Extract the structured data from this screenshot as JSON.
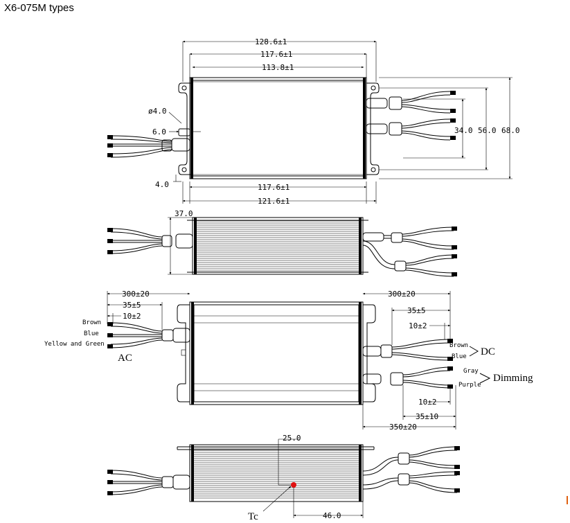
{
  "title": "X6-075M types",
  "dims": {
    "top_w1": "128.6±1",
    "top_w2": "117.6±1",
    "top_w3": "113.8±1",
    "hole": "ø4.0",
    "edge6": "6.0",
    "edge4": "4.0",
    "bot_w1": "117.6±1",
    "bot_w2": "121.6±1",
    "h34": "34.0",
    "h56": "56.0",
    "h68": "68.0",
    "height37": "37.0",
    "ac300": "300±20",
    "ac35": "35±5",
    "ac10": "10±2",
    "dc300": "300±20",
    "dc35": "35±5",
    "dc10": "10±2",
    "dim10": "10±2",
    "dim35": "35±10",
    "dim350": "350±20",
    "tc25": "25.0",
    "tc46": "46.0"
  },
  "labels": {
    "brown": "Brown",
    "blue": "Blue",
    "yellow_green": "Yellow and Green",
    "ac": "AC",
    "dc_brown": "Brown",
    "dc_blue": "Blue",
    "dc": "DC",
    "gray": "Gray",
    "purple": "Purple",
    "dimming": "Dimming",
    "tc": "Tc"
  },
  "colors": {
    "tc_marker": "#e01010",
    "corner_mark": "#e06010"
  }
}
